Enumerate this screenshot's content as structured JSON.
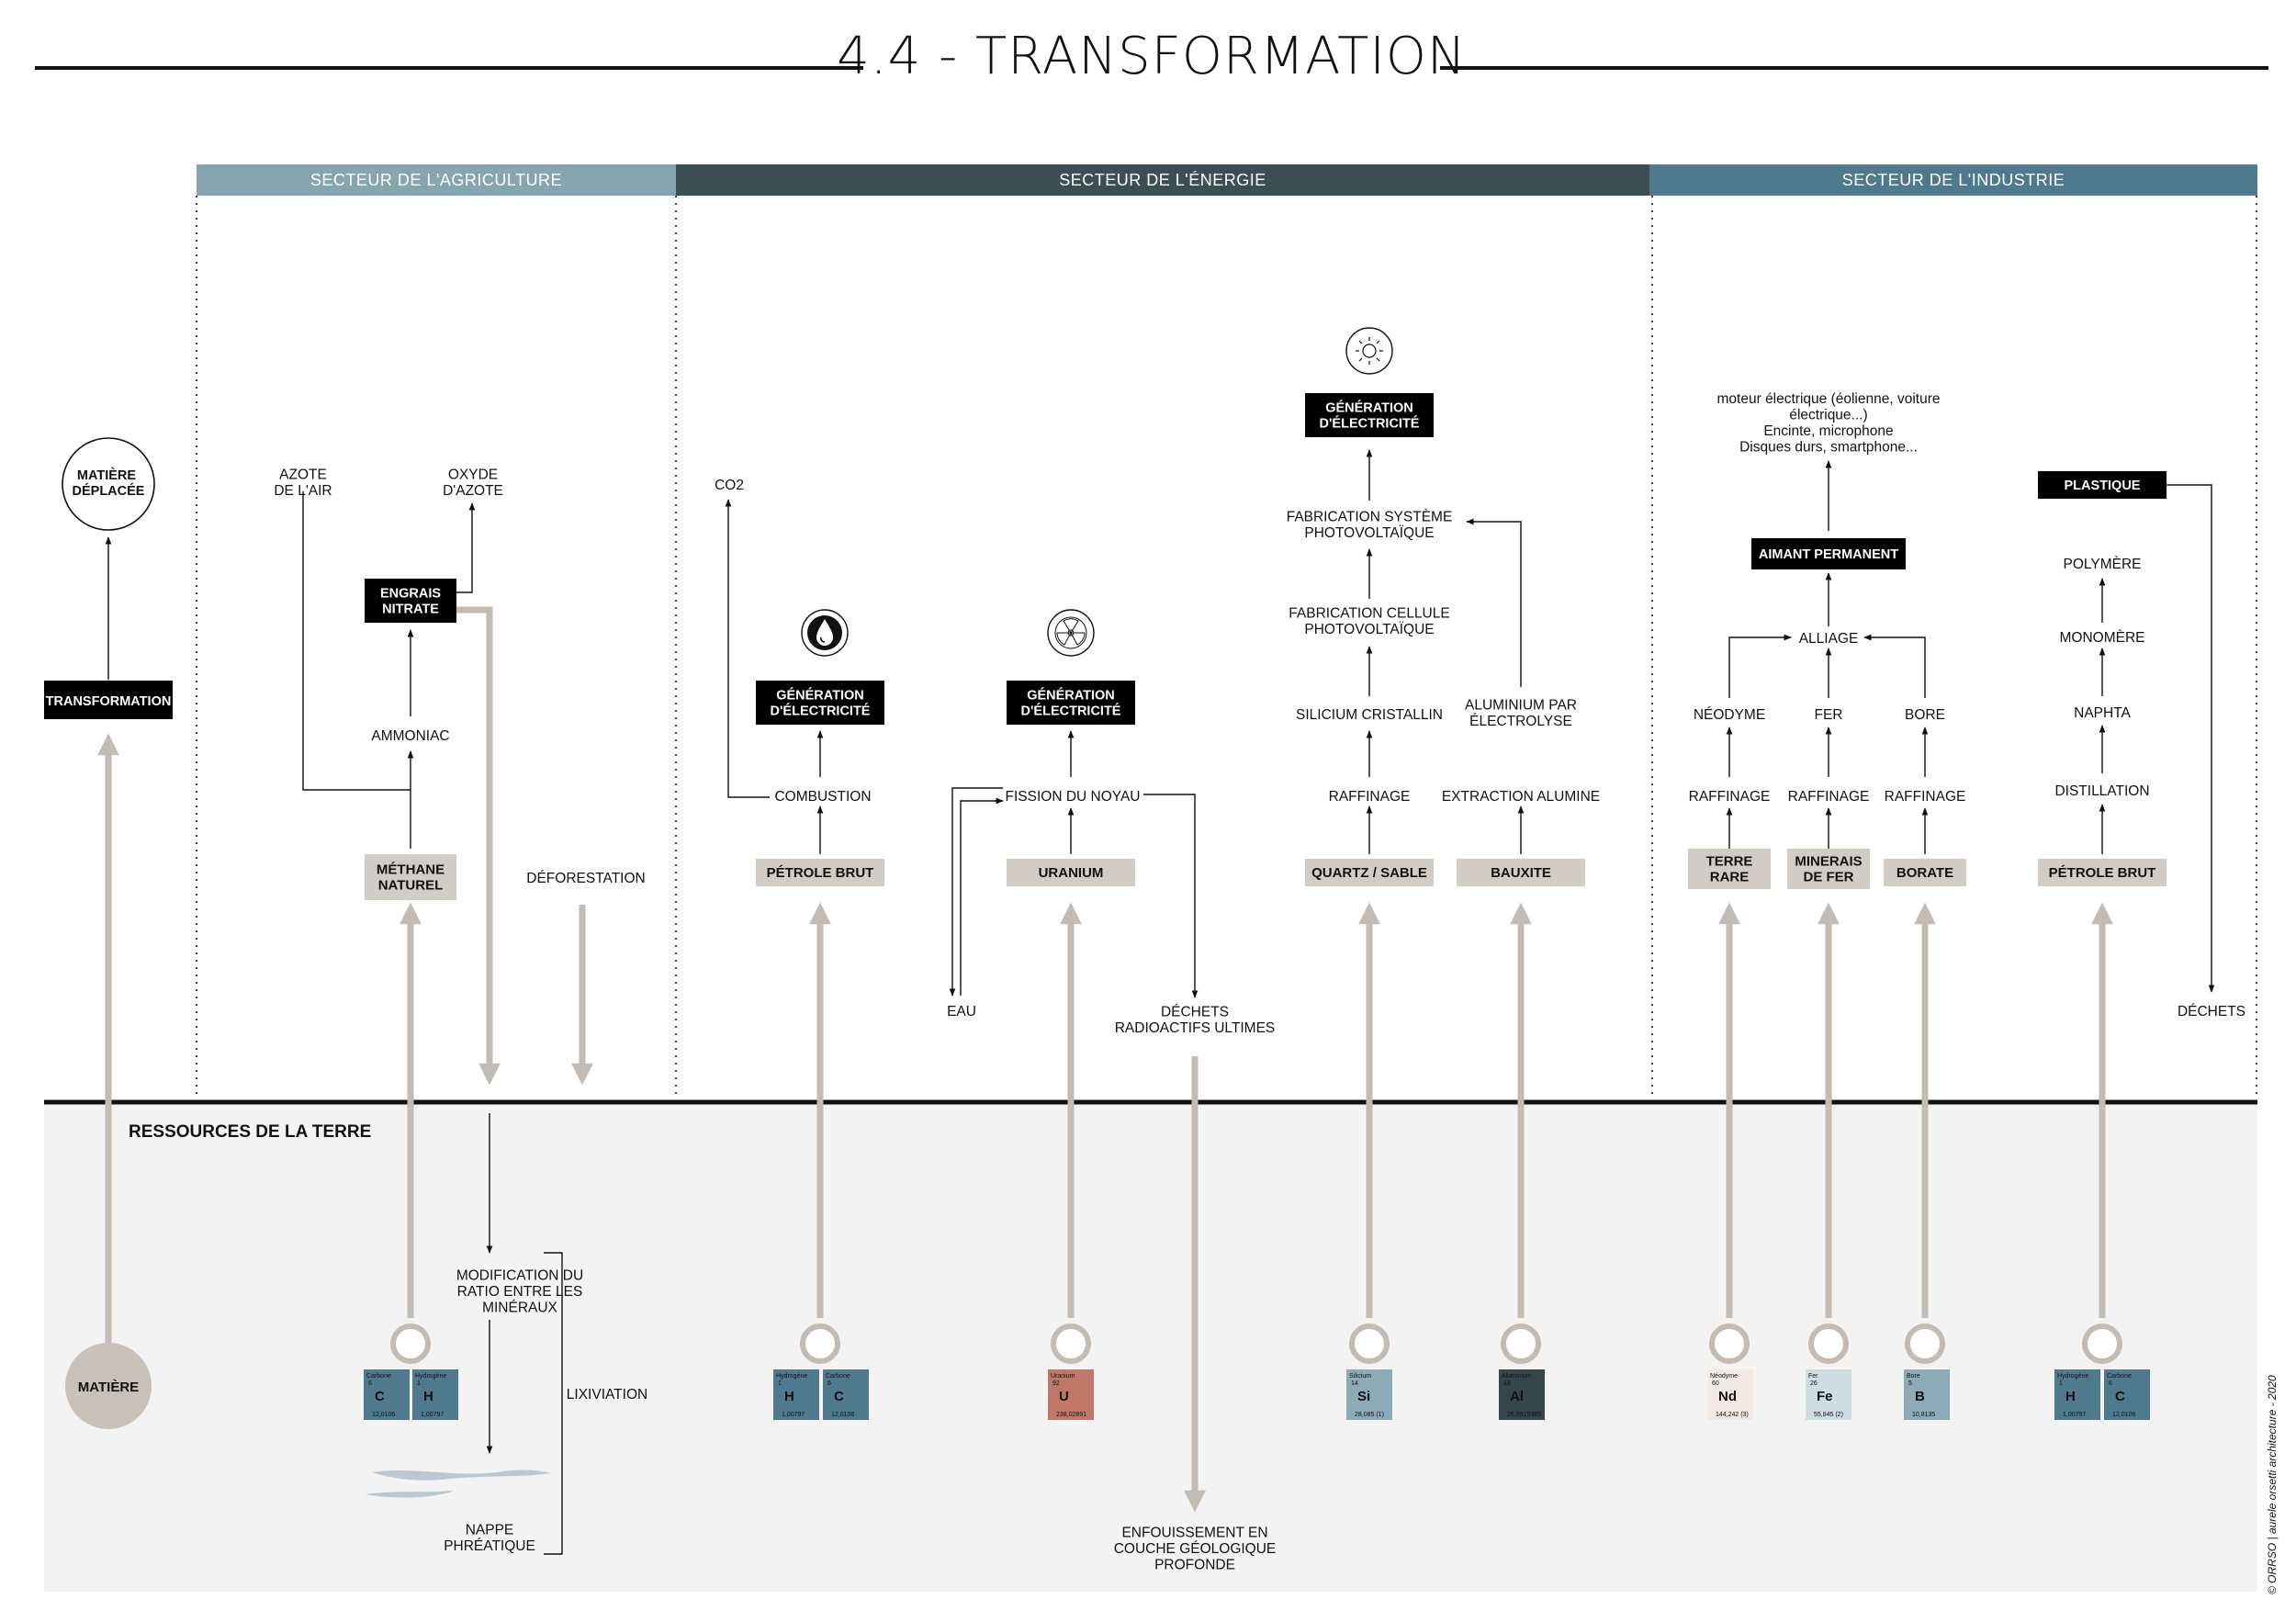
{
  "header": {
    "title": "4.4 - TRANSFORMATION"
  },
  "sectors": [
    {
      "label": "SECTEUR DE L'AGRICULTURE",
      "color": "#86a5af"
    },
    {
      "label": "SECTEUR DE L'ÉNERGIE",
      "color": "#3b4e53"
    },
    {
      "label": "SECTEUR DE L'INDUSTRIE",
      "color": "#4f7a8e"
    }
  ],
  "legend": {
    "displaced": [
      "MATIÈRE",
      "DÉPLACÉE"
    ],
    "transformation": "TRANSFORMATION",
    "matter": "MATIÈRE"
  },
  "ground": {
    "title": "RESSOURCES DE LA TERRE",
    "color": "#f3f3f3"
  },
  "agriculture": {
    "air_nitrogen": [
      "AZOTE",
      "DE L'AIR"
    ],
    "nitrogen_oxide": [
      "OXYDE",
      "D'AZOTE"
    ],
    "fertilizer": [
      "ENGRAIS",
      "NITRATE"
    ],
    "ammonia": "AMMONIAC",
    "methane": [
      "MÉTHANE",
      "NATUREL"
    ],
    "deforestation": "DÉFORESTATION",
    "mineral_ratio": [
      "MODIFICATION DU",
      "RATIO  ENTRE LES",
      "MINÉRAUX"
    ],
    "leaching": "LIXIVIATION",
    "groundwater": [
      "NAPPE",
      "PHRÉATIQUE"
    ]
  },
  "energy": {
    "co2": "CO2",
    "generation": [
      "GÉNÉRATION",
      "D'ÉLECTRICITÉ"
    ],
    "combustion": "COMBUSTION",
    "crude_oil": "PÉTROLE BRUT",
    "fission": "FISSION DU NOYAU",
    "uranium": "URANIUM",
    "water": "EAU",
    "nuclear_waste": [
      "DÉCHETS",
      "RADIOACTIFS ULTIMES"
    ],
    "burial": [
      "ENFOUISSEMENT EN",
      "COUCHE GÉOLOGIQUE",
      "PROFONDE"
    ],
    "pv_system": [
      "FABRICATION SYSTÈME",
      "PHOTOVOLTAÏQUE"
    ],
    "pv_cell": [
      "FABRICATION CELLULE",
      "PHOTOVOLTAÏQUE"
    ],
    "crystalline_silicon": "SILICIUM CRISTALLIN",
    "refining": "RAFFINAGE",
    "quartz": "QUARTZ / SABLE",
    "aluminium_electrolysis": [
      "ALUMINIUM PAR",
      "ÉLECTROLYSE"
    ],
    "alumina_extraction": "EXTRACTION ALUMINE",
    "bauxite": "BAUXITE"
  },
  "industry": {
    "uses": [
      "moteur électrique (éolienne, voiture",
      "électrique...)",
      "Encinte, microphone",
      "Disques durs, smartphone..."
    ],
    "magnet": "AIMANT PERMANENT",
    "alloy": "ALLIAGE",
    "neodymium": "NÉODYME",
    "iron": "FER",
    "boron": "BORE",
    "refining": "RAFFINAGE",
    "rare_earth": [
      "TERRE",
      "RARE"
    ],
    "iron_ore": [
      "MINERAIS",
      "DE FER"
    ],
    "borate": "BORATE",
    "plastic": "PLASTIQUE",
    "polymer": "POLYMÈRE",
    "monomer": "MONOMÈRE",
    "naphtha": "NAPHTA",
    "distillation": "DISTILLATION",
    "crude_oil": "PÉTROLE BRUT",
    "waste": "DÉCHETS"
  },
  "elements": [
    {
      "id": "agri-c",
      "name": "Carbone",
      "num": "6",
      "sym": "C",
      "mass": "12,0106",
      "color": "#4f7a8e"
    },
    {
      "id": "agri-h",
      "name": "Hydrogène",
      "num": "1",
      "sym": "H",
      "mass": "1,00797",
      "color": "#4f7a8e"
    },
    {
      "id": "oil-h",
      "name": "Hydrogène",
      "num": "1",
      "sym": "H",
      "mass": "1,00797",
      "color": "#4f7a8e"
    },
    {
      "id": "oil-c",
      "name": "Carbone",
      "num": "6",
      "sym": "C",
      "mass": "12,0106",
      "color": "#4f7a8e"
    },
    {
      "id": "u",
      "name": "Uranium",
      "num": "92",
      "sym": "U",
      "mass": "238,02891",
      "color": "#c0786a"
    },
    {
      "id": "si",
      "name": "Silicium",
      "num": "14",
      "sym": "Si",
      "mass": "28,085 (1)",
      "color": "#8daab7"
    },
    {
      "id": "al",
      "name": "Aluminium",
      "num": "13",
      "sym": "Al",
      "mass": "26,9815385",
      "color": "#35474c"
    },
    {
      "id": "nd",
      "name": "Néodyme",
      "num": "60",
      "sym": "Nd",
      "mass": "144,242 (3)",
      "color": "#f2e8e4"
    },
    {
      "id": "fe",
      "name": "Fer",
      "num": "26",
      "sym": "Fe",
      "mass": "55,845 (2)",
      "color": "#cddde3"
    },
    {
      "id": "b",
      "name": "Bore",
      "num": "5",
      "sym": "B",
      "mass": "10,8135",
      "color": "#8daab7"
    },
    {
      "id": "ind-h",
      "name": "Hydrogène",
      "num": "1",
      "sym": "H",
      "mass": "1,00797",
      "color": "#4f7a8e"
    },
    {
      "id": "ind-c",
      "name": "Carbone",
      "num": "6",
      "sym": "C",
      "mass": "12,0106",
      "color": "#4f7a8e"
    }
  ],
  "credit": "© ORRSO  |  aurele orsetti architecture - 2020"
}
